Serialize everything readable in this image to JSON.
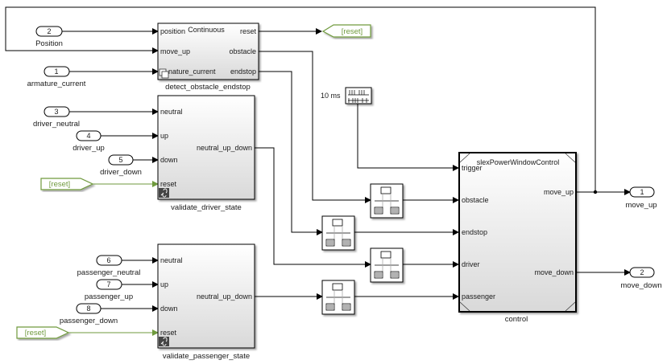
{
  "inports": [
    {
      "num": "2",
      "label": "Position"
    },
    {
      "num": "1",
      "label": "armature_current"
    },
    {
      "num": "3",
      "label": "driver_neutral"
    },
    {
      "num": "4",
      "label": "driver_up"
    },
    {
      "num": "5",
      "label": "driver_down"
    },
    {
      "num": "6",
      "label": "passenger_neutral"
    },
    {
      "num": "7",
      "label": "passenger_up"
    },
    {
      "num": "8",
      "label": "passenger_down"
    }
  ],
  "outports": [
    {
      "num": "1",
      "label": "move_up"
    },
    {
      "num": "2",
      "label": "move_down"
    }
  ],
  "goto_tag": "[reset]",
  "from_tags": [
    "[reset]",
    "[reset]"
  ],
  "detect_block": {
    "name": "detect_obstacle_endstop",
    "title": "Continuous",
    "inputs": [
      "position",
      "move_up",
      "armature_current"
    ],
    "inputs_visible": [
      "position",
      "move_up",
      "nature_current"
    ],
    "outputs": [
      "reset",
      "obstacle",
      "endstop"
    ]
  },
  "driver_block": {
    "name": "validate_driver_state",
    "inputs": [
      "neutral",
      "up",
      "down",
      "reset"
    ],
    "output": "neutral_up_down"
  },
  "passenger_block": {
    "name": "validate_passenger_state",
    "inputs": [
      "neutral",
      "up",
      "down",
      "reset"
    ],
    "output": "neutral_up_down"
  },
  "pulse": {
    "label": "10 ms"
  },
  "control_block": {
    "name": "control",
    "title": "slexPowerWindowControl",
    "inputs": [
      "trigger",
      "obstacle",
      "endstop",
      "driver",
      "passenger"
    ],
    "outputs": [
      "move_up",
      "move_down"
    ]
  },
  "colors": {
    "signal_tag": "#6f9a3d",
    "wire": "#000000"
  }
}
